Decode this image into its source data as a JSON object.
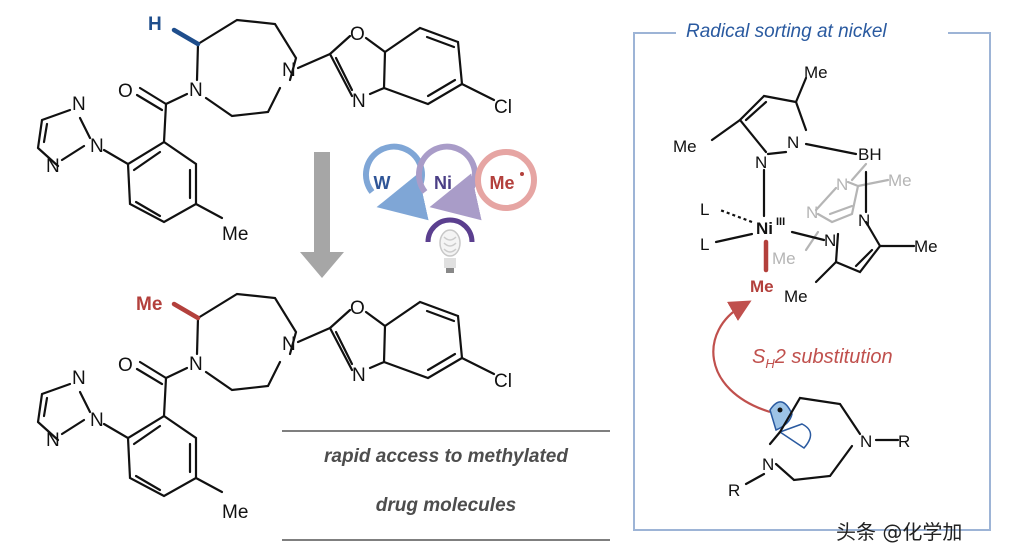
{
  "panel": {
    "title": "Radical sorting at nickel"
  },
  "captions": {
    "line1": "rapid access to methylated",
    "line2": "drug molecules"
  },
  "cycles": {
    "w": "W",
    "ni": "Ni",
    "me": "Me"
  },
  "labels": {
    "h": "H",
    "me": "Me",
    "o": "O",
    "n": "N",
    "cl": "Cl",
    "bh": "BH",
    "l": "L",
    "ni": "Ni",
    "ni_ox": "III",
    "r": "R"
  },
  "substitution": {
    "prefix": "S",
    "sub": "H",
    "suffix": "2 substitution"
  },
  "watermark": "头条 @化学加",
  "colors": {
    "blue_h": "#1f4e8c",
    "red_me": "#b3403c",
    "panel_border": "#9db4d6",
    "w_cycle": "#7fa6d6",
    "ni_cycle": "#a99cc8",
    "me_cycle": "#e6a5a3"
  }
}
